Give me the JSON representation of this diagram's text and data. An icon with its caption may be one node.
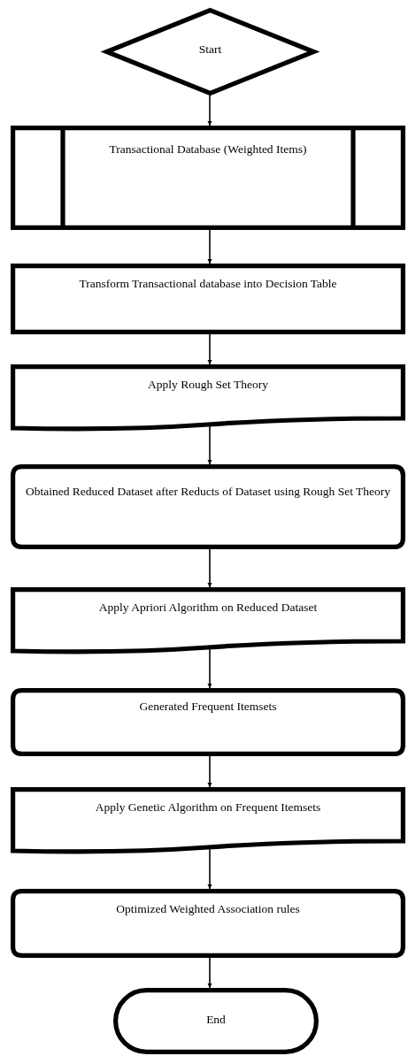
{
  "diagram": {
    "nodes": [
      {
        "text": [
          "Start"
        ]
      },
      {
        "text": [
          "Transactional Database (Weighted Items)"
        ]
      },
      {
        "text": [
          "Transform Transactional database into Decision Table"
        ]
      },
      {
        "text": [
          "Apply Rough Set Theory"
        ]
      },
      {
        "text": [
          "Obtained Reduced Dataset after Reducts of Dataset using Rough Set Theory"
        ]
      },
      {
        "text": [
          "Apply Apriori Algorithm on Reduced Dataset"
        ]
      },
      {
        "text": [
          "Generated Frequent Itemsets"
        ]
      },
      {
        "text": [
          "Apply Genetic Algorithm on Frequent Itemsets"
        ]
      },
      {
        "text": [
          "Optimized Weighted Association rules"
        ]
      },
      {
        "text": [
          "End"
        ]
      }
    ],
    "edges": [
      {
        "from": 0,
        "to": 1,
        "arrow": "to"
      },
      {
        "from": 1,
        "to": 2,
        "arrow": "to"
      },
      {
        "from": 2,
        "to": 3,
        "arrow": "to"
      },
      {
        "from": 3,
        "to": 4,
        "arrow": "to"
      },
      {
        "from": 4,
        "to": 5,
        "arrow": "to"
      },
      {
        "from": 5,
        "to": 6,
        "arrow": "to"
      },
      {
        "from": 6,
        "to": 7,
        "arrow": "to"
      },
      {
        "from": 7,
        "to": 8,
        "arrow": "to"
      },
      {
        "from": 8,
        "to": 9,
        "arrow": "to"
      }
    ]
  }
}
